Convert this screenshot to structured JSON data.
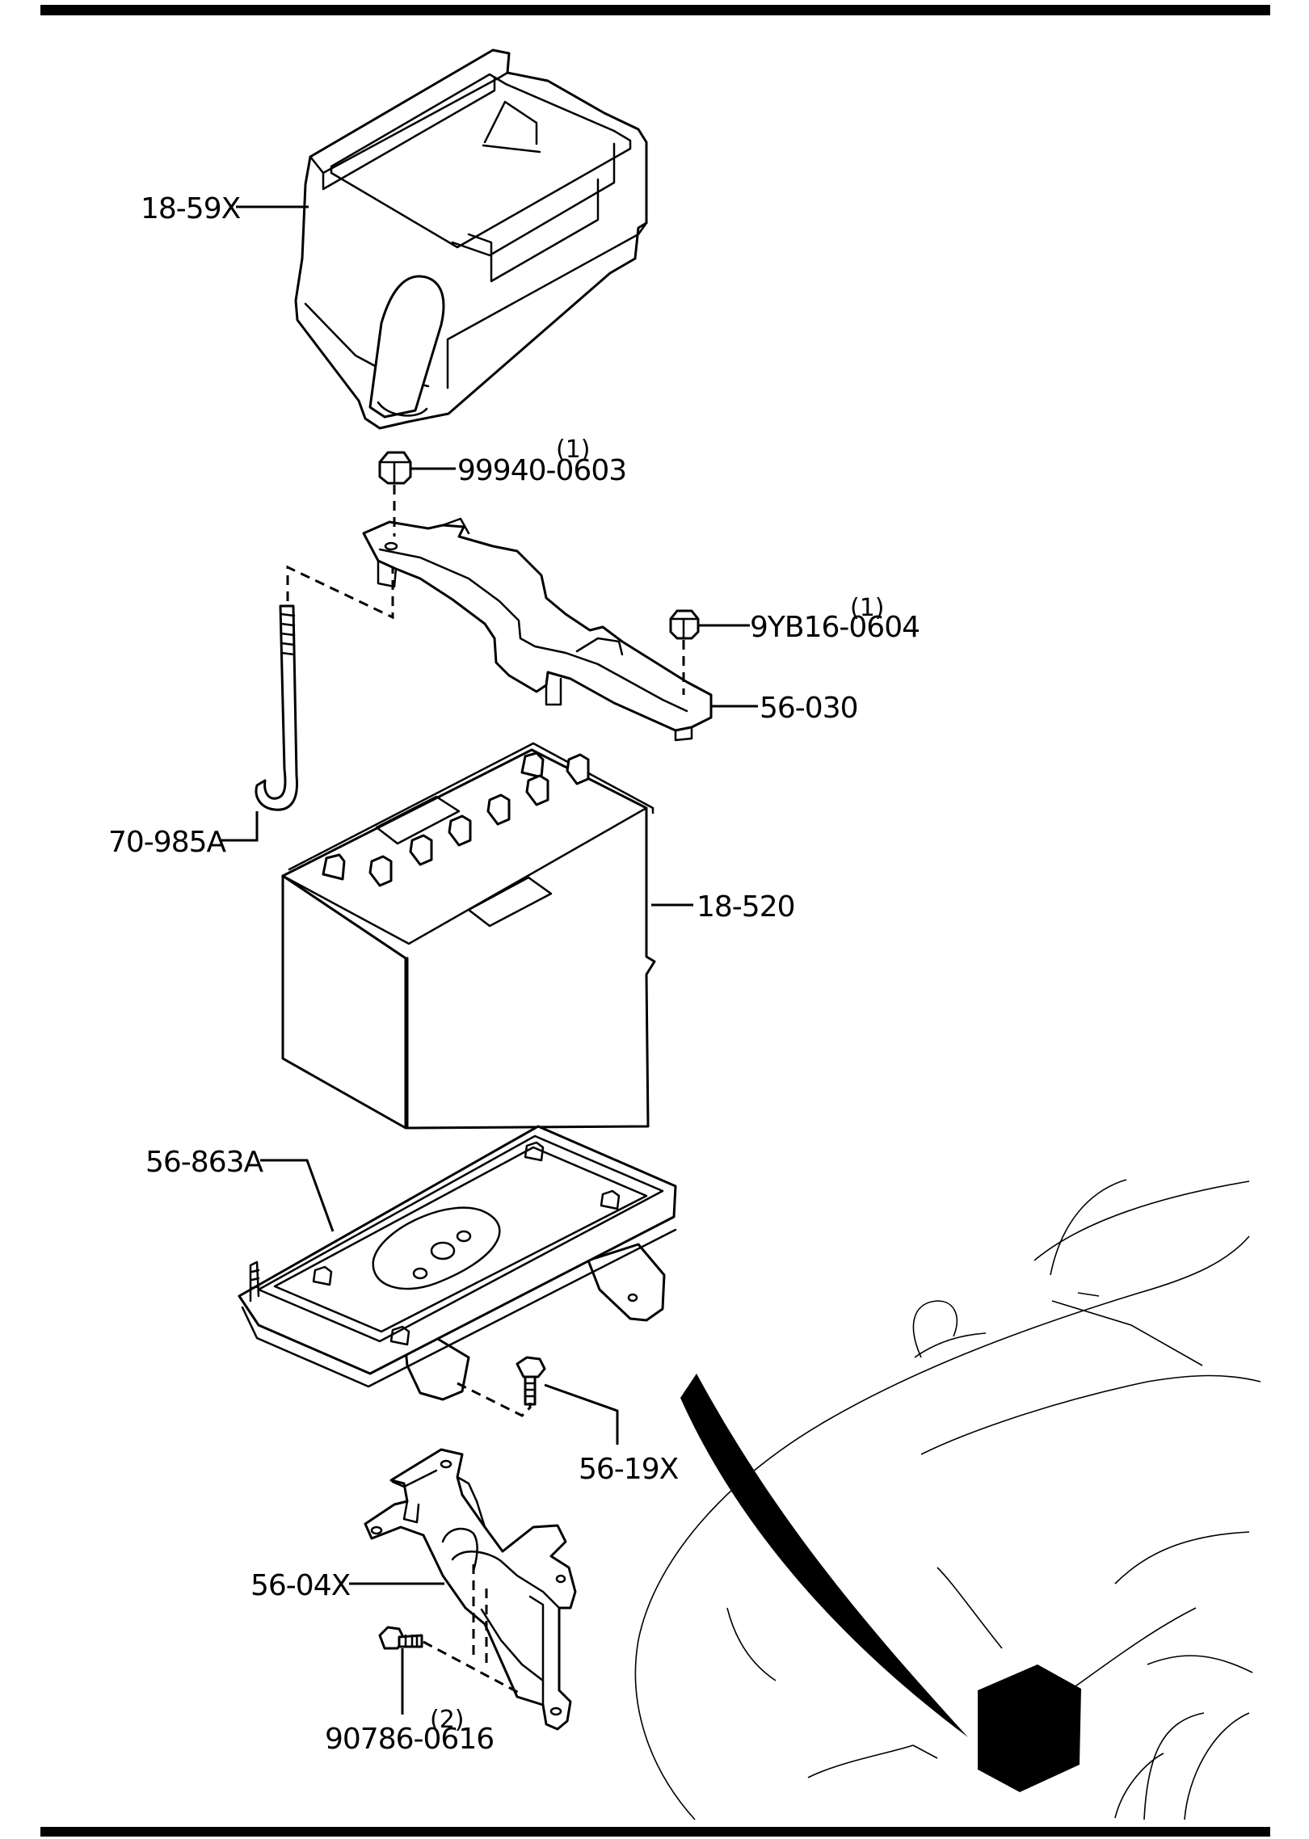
{
  "diagram": {
    "parts": {
      "cover": {
        "code": "18-59X"
      },
      "nut_top": {
        "code": "99940-0603",
        "qty": "(1)"
      },
      "nut_right": {
        "code": "9YB16-0604",
        "qty": "(1)"
      },
      "clamp": {
        "code": "56-030"
      },
      "j_bolt": {
        "code": "70-985A"
      },
      "battery": {
        "code": "18-520"
      },
      "tray": {
        "code": "56-863A"
      },
      "tray_bolt": {
        "code": "56-19X"
      },
      "bracket": {
        "code": "56-04X"
      },
      "bracket_bolt": {
        "code": "90786-0616",
        "qty": "(2)"
      }
    }
  }
}
